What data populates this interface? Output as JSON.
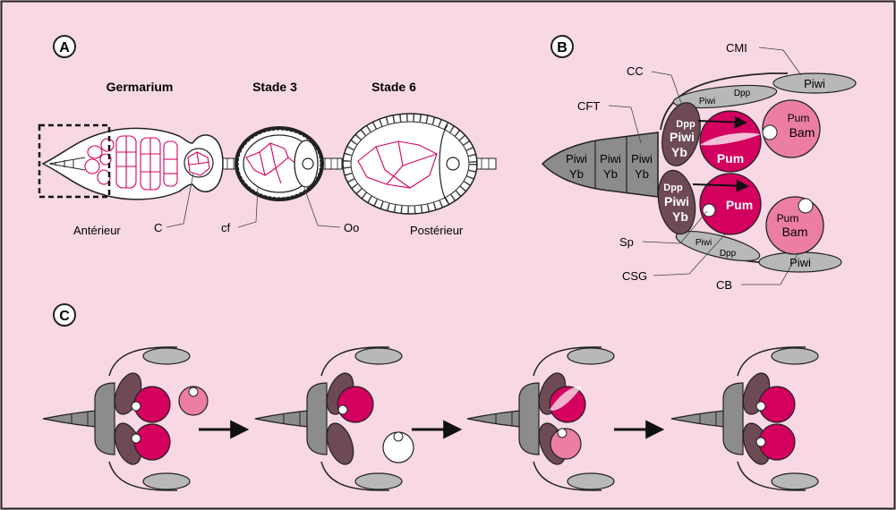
{
  "colors": {
    "background": "#f7d8e4",
    "border": "#222222",
    "stem_gray": "#8c8c8c",
    "light_gray": "#b8b8b8",
    "dark_mauve": "#6e4a55",
    "magenta": "#d4005f",
    "pink": "#ec7ea6",
    "white": "#ffffff"
  },
  "panel_labels": {
    "a": "A",
    "b": "B",
    "c": "C"
  },
  "panel_a": {
    "stage_labels": {
      "germarium": "Germarium",
      "stage3": "Stade 3",
      "stage6": "Stade 6"
    },
    "callouts": {
      "c": "C",
      "cf": "cf",
      "oo": "Oo"
    },
    "orientation": {
      "anterior": "Antérieur",
      "posterior": "Postérieur"
    }
  },
  "panel_b": {
    "callouts": {
      "cmi": "CMI",
      "cc": "CC",
      "cft": "CFT",
      "sp": "Sp",
      "csg": "CSG",
      "cb": "CB"
    },
    "cap_cells": [
      {
        "line1": "Piwi",
        "line2": "Yb"
      },
      {
        "line1": "Piwi",
        "line2": "Yb"
      },
      {
        "line1": "Piwi",
        "line2": "Yb"
      }
    ],
    "niche_top": {
      "dpp": "Dpp",
      "piwi": "Piwi",
      "yb": "Yb"
    },
    "niche_bottom": {
      "dpp": "Dpp",
      "piwi": "Piwi",
      "yb": "Yb"
    },
    "escort_top": {
      "piwi": "Piwi",
      "dpp": "Dpp"
    },
    "escort_bottom": {
      "piwi": "Piwi",
      "dpp": "Dpp"
    },
    "germ_top": {
      "label": "Pum"
    },
    "germ_bottom": {
      "label": "Pum"
    },
    "cystoblast_top": {
      "pum": "Pum",
      "bam": "Bam"
    },
    "cystoblast_bottom": {
      "pum": "Pum",
      "bam": "Bam"
    },
    "muscle_top": "Piwi",
    "muscle_bottom": "Piwi"
  }
}
